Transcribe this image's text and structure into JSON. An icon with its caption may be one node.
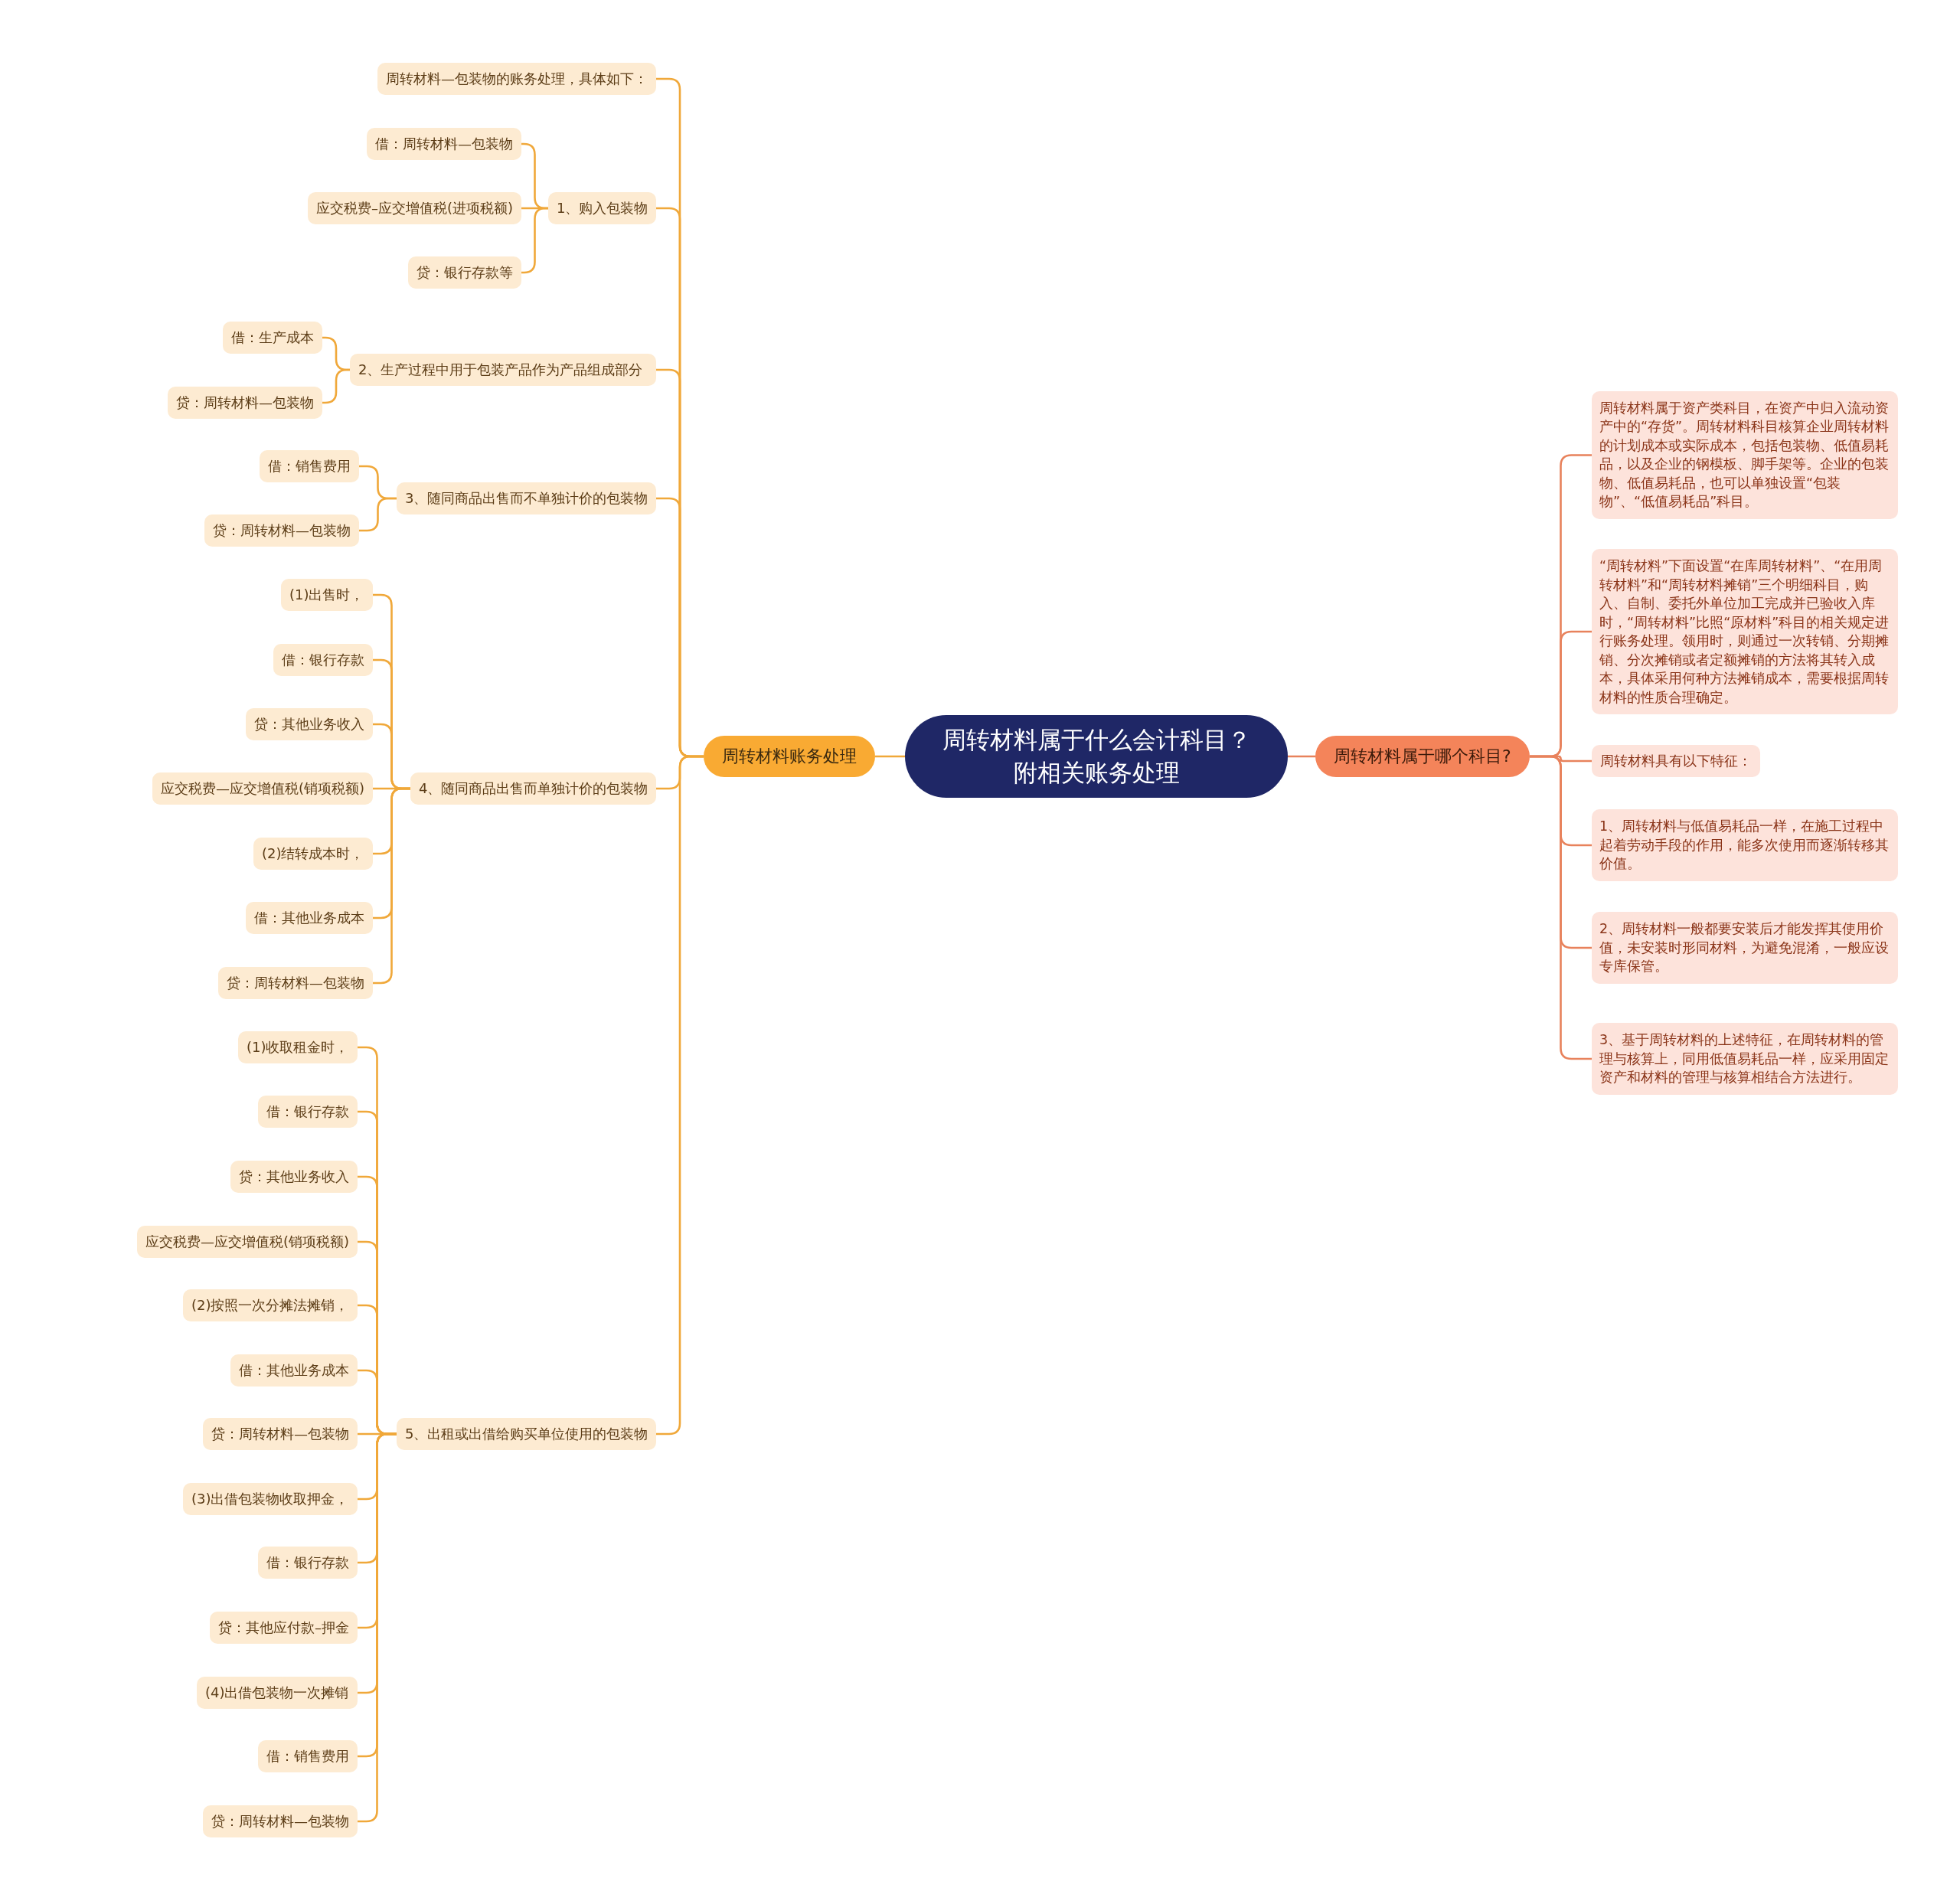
{
  "diagram": {
    "nodes": [
      {
        "text": [
          "周转材料属于什么会计科目？附相关账务处理"
        ]
      },
      {
        "text": [
          "周转材料账务处理"
        ]
      },
      {
        "text": [
          "周转材料属于哪个科目?"
        ]
      },
      {
        "text": [
          "周转材料—包装物的账务处理，具体如下："
        ]
      },
      {
        "text": [
          "1、购入包装物"
        ]
      },
      {
        "text": [
          "借：周转材料—包装物"
        ]
      },
      {
        "text": [
          "应交税费–应交增值税(进项税额)"
        ]
      },
      {
        "text": [
          "贷：银行存款等"
        ]
      },
      {
        "text": [
          "2、生产过程中用于包装产品作为产品组成部分"
        ]
      },
      {
        "text": [
          "借：生产成本"
        ]
      },
      {
        "text": [
          "贷：周转材料—包装物"
        ]
      },
      {
        "text": [
          "3、随同商品出售而不单独计价的包装物"
        ]
      },
      {
        "text": [
          "借：销售费用"
        ]
      },
      {
        "text": [
          "贷：周转材料—包装物"
        ]
      },
      {
        "text": [
          "4、随同商品出售而单独计价的包装物"
        ]
      },
      {
        "text": [
          "(1)出售时，"
        ]
      },
      {
        "text": [
          "借：银行存款"
        ]
      },
      {
        "text": [
          "贷：其他业务收入"
        ]
      },
      {
        "text": [
          "应交税费—应交增值税(销项税额)"
        ]
      },
      {
        "text": [
          "(2)结转成本时，"
        ]
      },
      {
        "text": [
          "借：其他业务成本"
        ]
      },
      {
        "text": [
          "贷：周转材料—包装物"
        ]
      },
      {
        "text": [
          "5、出租或出借给购买单位使用的包装物"
        ]
      },
      {
        "text": [
          "(1)收取租金时，"
        ]
      },
      {
        "text": [
          "借：银行存款"
        ]
      },
      {
        "text": [
          "贷：其他业务收入"
        ]
      },
      {
        "text": [
          "应交税费—应交增值税(销项税额)"
        ]
      },
      {
        "text": [
          "(2)按照一次分摊法摊销，"
        ]
      },
      {
        "text": [
          "借：其他业务成本"
        ]
      },
      {
        "text": [
          "贷：周转材料—包装物"
        ]
      },
      {
        "text": [
          "(3)出借包装物收取押金，"
        ]
      },
      {
        "text": [
          "借：银行存款"
        ]
      },
      {
        "text": [
          "贷：其他应付款–押金"
        ]
      },
      {
        "text": [
          "(4)出借包装物一次摊销"
        ]
      },
      {
        "text": [
          "借：销售费用"
        ]
      },
      {
        "text": [
          "贷：周转材料—包装物"
        ]
      },
      {
        "text": [
          "周转材料属于资产类科目，在资产中归入流动资产中的“存货”。周转材料科目核算企业周转材料的计划成本或实际成本，包括包装物、低值易耗品，以及企业的钢模板、脚手架等。企业的包装物、低值易耗品，也可以单独设置“包装物”、“低值易耗品”科目。"
        ]
      },
      {
        "text": [
          "“周转材料”下面设置“在库周转材料”、“在用周转材料”和“周转材料摊销”三个明细科目，购入、自制、委托外单位加工完成并已验收入库时，“周转材料”比照“原材料”科目的相关规定进行账务处理。领用时，则通过一次转销、分期摊销、分次摊销或者定额摊销的方法将其转入成本，具体采用何种方法摊销成本，需要根据周转材料的性质合理确定。"
        ]
      },
      {
        "text": [
          "周转材料具有以下特征："
        ]
      },
      {
        "text": [
          "1、周转材料与低值易耗品一样，在施工过程中起着劳动手段的作用，能多次使用而逐渐转移其价值。"
        ]
      },
      {
        "text": [
          "2、周转材料一般都要安装后才能发挥其使用价值，未安装时形同材料，为避免混淆，一般应设专库保管。"
        ]
      },
      {
        "text": [
          "3、基于周转材料的上述特征，在周转材料的管理与核算上，同用低值易耗品一样，应采用固定资产和材料的管理与核算相结合方法进行。"
        ]
      }
    ],
    "edges": [
      {
        "from": 0,
        "to": 1,
        "arrow": "none"
      },
      {
        "from": 0,
        "to": 2,
        "arrow": "none",
        "color": "#e8825c"
      },
      {
        "from": 1,
        "to": 3,
        "arrow": "none"
      },
      {
        "from": 1,
        "to": 4,
        "arrow": "none"
      },
      {
        "from": 4,
        "to": 5,
        "arrow": "none"
      },
      {
        "from": 4,
        "to": 6,
        "arrow": "none"
      },
      {
        "from": 4,
        "to": 7,
        "arrow": "none"
      },
      {
        "from": 1,
        "to": 8,
        "arrow": "none"
      },
      {
        "from": 8,
        "to": 9,
        "arrow": "none"
      },
      {
        "from": 8,
        "to": 10,
        "arrow": "none"
      },
      {
        "from": 1,
        "to": 11,
        "arrow": "none"
      },
      {
        "from": 11,
        "to": 12,
        "arrow": "none"
      },
      {
        "from": 11,
        "to": 13,
        "arrow": "none"
      },
      {
        "from": 1,
        "to": 14,
        "arrow": "none"
      },
      {
        "from": 14,
        "to": 15,
        "arrow": "none"
      },
      {
        "from": 14,
        "to": 16,
        "arrow": "none"
      },
      {
        "from": 14,
        "to": 17,
        "arrow": "none"
      },
      {
        "from": 14,
        "to": 18,
        "arrow": "none"
      },
      {
        "from": 14,
        "to": 19,
        "arrow": "none"
      },
      {
        "from": 14,
        "to": 20,
        "arrow": "none"
      },
      {
        "from": 14,
        "to": 21,
        "arrow": "none"
      },
      {
        "from": 1,
        "to": 22,
        "arrow": "none"
      },
      {
        "from": 22,
        "to": 23,
        "arrow": "none"
      },
      {
        "from": 22,
        "to": 24,
        "arrow": "none"
      },
      {
        "from": 22,
        "to": 25,
        "arrow": "none"
      },
      {
        "from": 22,
        "to": 26,
        "arrow": "none"
      },
      {
        "from": 22,
        "to": 27,
        "arrow": "none"
      },
      {
        "from": 22,
        "to": 28,
        "arrow": "none"
      },
      {
        "from": 22,
        "to": 29,
        "arrow": "none"
      },
      {
        "from": 22,
        "to": 30,
        "arrow": "none"
      },
      {
        "from": 22,
        "to": 31,
        "arrow": "none"
      },
      {
        "from": 22,
        "to": 32,
        "arrow": "none"
      },
      {
        "from": 22,
        "to": 33,
        "arrow": "none"
      },
      {
        "from": 22,
        "to": 34,
        "arrow": "none"
      },
      {
        "from": 22,
        "to": 35,
        "arrow": "none"
      },
      {
        "from": 2,
        "to": 36,
        "arrow": "none",
        "color": "#e8825c"
      },
      {
        "from": 2,
        "to": 37,
        "arrow": "none",
        "color": "#e8825c"
      },
      {
        "from": 2,
        "to": 38,
        "arrow": "none",
        "color": "#e8825c"
      },
      {
        "from": 2,
        "to": 39,
        "arrow": "none",
        "color": "#e8825c"
      },
      {
        "from": 2,
        "to": 40,
        "arrow": "none",
        "color": "#e8825c"
      },
      {
        "from": 2,
        "to": 41,
        "arrow": "none",
        "color": "#e8825c"
      }
    ]
  }
}
